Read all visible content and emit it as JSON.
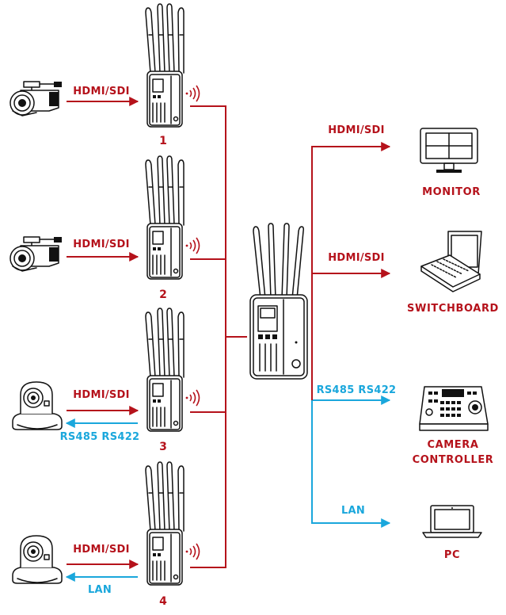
{
  "colors": {
    "signal": "#b5121b",
    "control": "#1aa7dc",
    "ink": "#111111"
  },
  "transmitters": [
    {
      "number": "1",
      "camera_icon": "camcorder-icon",
      "signal_label": "HDMI/SDI",
      "control_label": ""
    },
    {
      "number": "2",
      "camera_icon": "camcorder-icon",
      "signal_label": "HDMI/SDI",
      "control_label": ""
    },
    {
      "number": "3",
      "camera_icon": "ptz-camera-icon",
      "signal_label": "HDMI/SDI",
      "control_label": "RS485 RS422"
    },
    {
      "number": "4",
      "camera_icon": "ptz-camera-icon",
      "signal_label": "HDMI/SDI",
      "control_label": "LAN"
    }
  ],
  "outputs": [
    {
      "device": "MONITOR",
      "link": "HDMI/SDI",
      "icon": "monitor-icon",
      "link_type": "signal"
    },
    {
      "device": "SWITCHBOARD",
      "link": "HDMI/SDI",
      "icon": "switchboard-icon",
      "link_type": "signal"
    },
    {
      "device": "CAMERA\nCONTROLLER",
      "device_line1": "CAMERA",
      "device_line2": "CONTROLLER",
      "link": "RS485 RS422",
      "icon": "camera-controller-icon",
      "link_type": "control"
    },
    {
      "device": "PC",
      "link": "LAN",
      "icon": "laptop-icon",
      "link_type": "control"
    }
  ],
  "receiver": {
    "icon": "receiver-icon"
  },
  "wireless_icon": "wireless-signal-icon"
}
